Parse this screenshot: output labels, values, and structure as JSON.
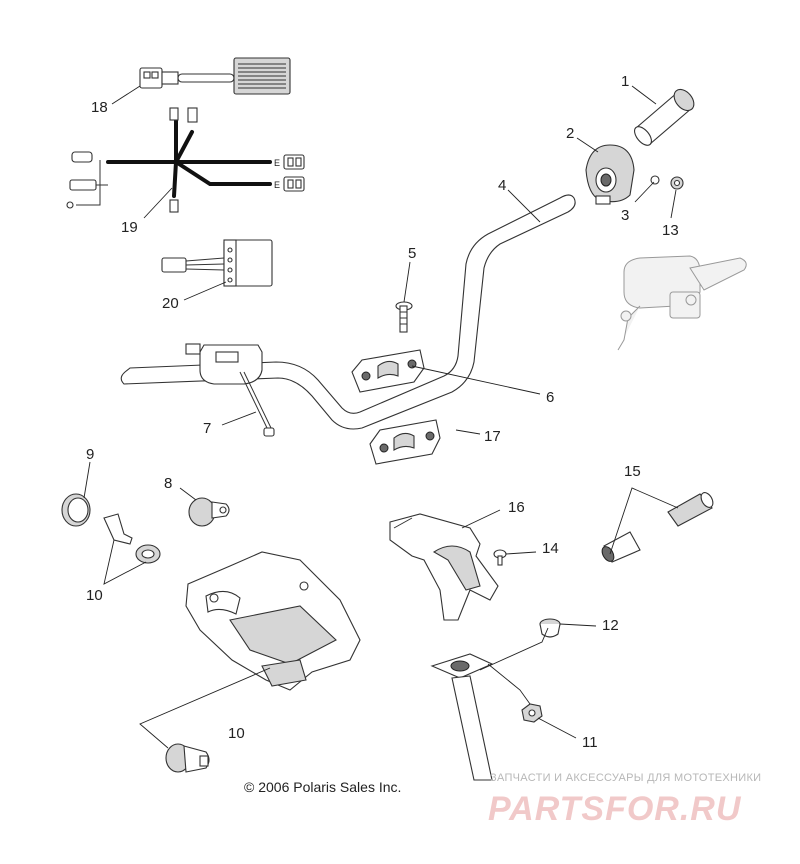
{
  "callouts": [
    {
      "id": "1",
      "label": "1"
    },
    {
      "id": "2",
      "label": "2"
    },
    {
      "id": "3",
      "label": "3"
    },
    {
      "id": "4",
      "label": "4"
    },
    {
      "id": "5",
      "label": "5"
    },
    {
      "id": "6",
      "label": "6"
    },
    {
      "id": "7",
      "label": "7"
    },
    {
      "id": "8",
      "label": "8"
    },
    {
      "id": "9",
      "label": "9"
    },
    {
      "id": "10a",
      "label": "10"
    },
    {
      "id": "10b",
      "label": "10"
    },
    {
      "id": "11",
      "label": "11"
    },
    {
      "id": "12",
      "label": "12"
    },
    {
      "id": "13",
      "label": "13"
    },
    {
      "id": "14",
      "label": "14"
    },
    {
      "id": "15",
      "label": "15"
    },
    {
      "id": "16",
      "label": "16"
    },
    {
      "id": "17",
      "label": "17"
    },
    {
      "id": "18",
      "label": "18"
    },
    {
      "id": "19",
      "label": "19"
    },
    {
      "id": "20",
      "label": "20"
    }
  ],
  "harness_marks": {
    "mark_a": "E",
    "mark_b": "E"
  },
  "copyright": "© 2006 Polaris Sales Inc.",
  "watermark": {
    "tagline": "ЗАПЧАСТИ И АКСЕССУАРЫ ДЛЯ МОТОТЕХНИКИ",
    "brand": "PARTSFOR.RU"
  }
}
